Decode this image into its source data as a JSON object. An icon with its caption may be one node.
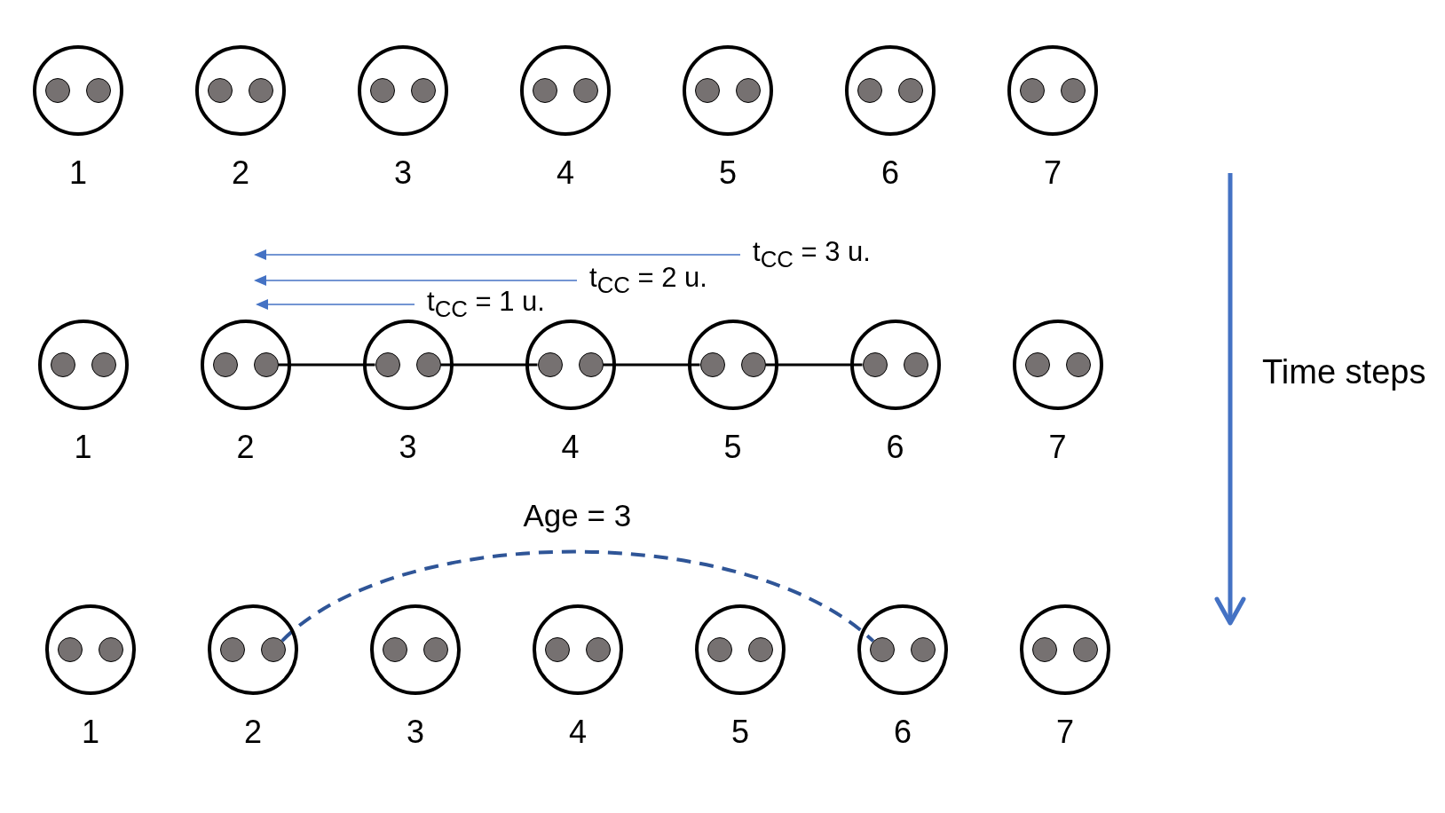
{
  "diagram": {
    "nodes": [
      {
        "text": [],
        "shape": "circle",
        "beside": [
          "1"
        ]
      },
      {
        "text": [],
        "shape": "circle",
        "in": 0
      },
      {
        "text": [],
        "shape": "circle",
        "in": 0
      },
      {
        "text": [],
        "shape": "circle",
        "beside": [
          "2"
        ]
      },
      {
        "text": [],
        "shape": "circle",
        "in": 3
      },
      {
        "text": [],
        "shape": "circle",
        "in": 3
      },
      {
        "text": [],
        "shape": "circle",
        "beside": [
          "3"
        ]
      },
      {
        "text": [],
        "shape": "circle",
        "in": 6
      },
      {
        "text": [],
        "shape": "circle",
        "in": 6
      },
      {
        "text": [],
        "shape": "circle",
        "beside": [
          "4"
        ]
      },
      {
        "text": [],
        "shape": "circle",
        "in": 9
      },
      {
        "text": [],
        "shape": "circle",
        "in": 9
      },
      {
        "text": [],
        "shape": "circle",
        "beside": [
          "5"
        ]
      },
      {
        "text": [],
        "shape": "circle",
        "in": 12
      },
      {
        "text": [],
        "shape": "circle",
        "in": 12
      },
      {
        "text": [],
        "shape": "circle",
        "beside": [
          "6"
        ]
      },
      {
        "text": [],
        "shape": "circle",
        "in": 15
      },
      {
        "text": [],
        "shape": "circle",
        "in": 15
      },
      {
        "text": [],
        "shape": "circle",
        "beside": [
          "7"
        ]
      },
      {
        "text": [],
        "shape": "circle",
        "in": 18
      },
      {
        "text": [],
        "shape": "circle",
        "in": 18
      },
      {
        "text": [],
        "shape": "circle",
        "beside": [
          "1"
        ]
      },
      {
        "text": [],
        "shape": "circle",
        "in": 21
      },
      {
        "text": [],
        "shape": "circle",
        "in": 21
      },
      {
        "text": [],
        "shape": "circle",
        "beside": [
          "2"
        ]
      },
      {
        "text": [],
        "shape": "circle",
        "in": 24
      },
      {
        "text": [],
        "shape": "circle",
        "in": 24
      },
      {
        "text": [],
        "shape": "circle",
        "beside": [
          "3"
        ]
      },
      {
        "text": [],
        "shape": "circle",
        "in": 27
      },
      {
        "text": [],
        "shape": "circle",
        "in": 27
      },
      {
        "text": [],
        "shape": "circle",
        "beside": [
          "4"
        ]
      },
      {
        "text": [],
        "shape": "circle",
        "in": 30
      },
      {
        "text": [],
        "shape": "circle",
        "in": 30
      },
      {
        "text": [],
        "shape": "circle",
        "beside": [
          "5"
        ]
      },
      {
        "text": [],
        "shape": "circle",
        "in": 33
      },
      {
        "text": [],
        "shape": "circle",
        "in": 33
      },
      {
        "text": [],
        "shape": "circle",
        "beside": [
          "6"
        ]
      },
      {
        "text": [],
        "shape": "circle",
        "in": 36
      },
      {
        "text": [],
        "shape": "circle",
        "in": 36
      },
      {
        "text": [],
        "shape": "circle",
        "beside": [
          "7"
        ]
      },
      {
        "text": [],
        "shape": "circle",
        "in": 39
      },
      {
        "text": [],
        "shape": "circle",
        "in": 39
      },
      {
        "text": [],
        "shape": "circle",
        "beside": [
          "1"
        ]
      },
      {
        "text": [],
        "shape": "circle",
        "in": 42
      },
      {
        "text": [],
        "shape": "circle",
        "in": 42
      },
      {
        "text": [],
        "shape": "circle",
        "beside": [
          "2"
        ]
      },
      {
        "text": [],
        "shape": "circle",
        "in": 45
      },
      {
        "text": [],
        "shape": "circle",
        "in": 45
      },
      {
        "text": [],
        "shape": "circle",
        "beside": [
          "3"
        ]
      },
      {
        "text": [],
        "shape": "circle",
        "in": 48
      },
      {
        "text": [],
        "shape": "circle",
        "in": 48
      },
      {
        "text": [],
        "shape": "circle",
        "beside": [
          "4"
        ]
      },
      {
        "text": [],
        "shape": "circle",
        "in": 51
      },
      {
        "text": [],
        "shape": "circle",
        "in": 51
      },
      {
        "text": [],
        "shape": "circle",
        "beside": [
          "5"
        ]
      },
      {
        "text": [],
        "shape": "circle",
        "in": 54
      },
      {
        "text": [],
        "shape": "circle",
        "in": 54
      },
      {
        "text": [],
        "shape": "circle",
        "beside": [
          "6"
        ]
      },
      {
        "text": [],
        "shape": "circle",
        "in": 57
      },
      {
        "text": [],
        "shape": "circle",
        "in": 57
      },
      {
        "text": [],
        "shape": "circle",
        "beside": [
          "7"
        ]
      },
      {
        "text": [],
        "shape": "circle",
        "in": 60
      },
      {
        "text": [],
        "shape": "circle",
        "in": 60
      }
    ],
    "edges": [
      {
        "from": 26,
        "to": 28,
        "arrow": "none"
      },
      {
        "from": 29,
        "to": 31,
        "arrow": "none"
      },
      {
        "from": 32,
        "to": 34,
        "arrow": "none"
      },
      {
        "from": 35,
        "to": 37,
        "arrow": "none"
      },
      {
        "from": 47,
        "to": 58,
        "arrow": "none",
        "label": "Age = 3",
        "style": "dashed",
        "color": "#2f5597"
      }
    ],
    "labels": [
      "t$_{CC}$ = 3 u.",
      "t$_{CC}$ = 2 u.",
      "t$_{CC}$ = 1 u.",
      "Time steps"
    ]
  }
}
